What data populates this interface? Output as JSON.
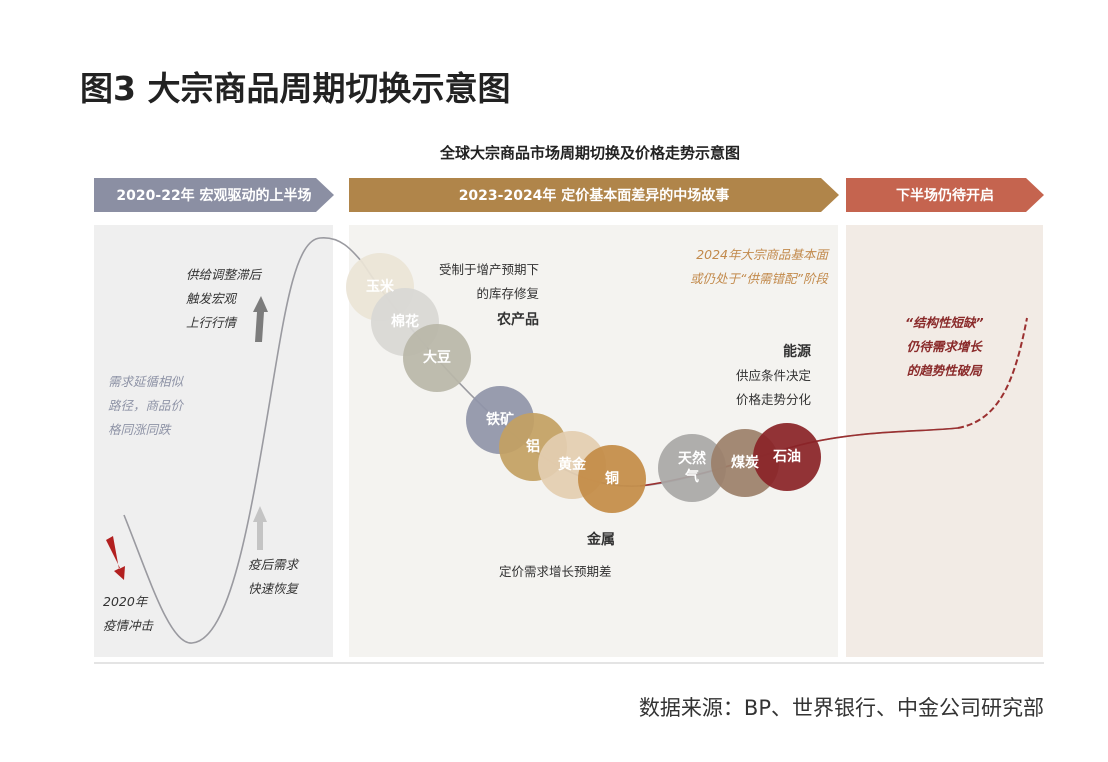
{
  "figure_title": "图3  大宗商品周期切换示意图",
  "subtitle": "全球大宗商品市场周期切换及价格走势示意图",
  "phases": [
    {
      "label": "2020-22年  宏观驱动的上半场",
      "color": "#8b8fa3"
    },
    {
      "label": "2023-2024年  定价基本面差异的中场故事",
      "color": "#b0854a"
    },
    {
      "label": "下半场仍待开启",
      "color": "#c5644f"
    }
  ],
  "left_notes": {
    "supply": [
      "供给调整滞后",
      "触发宏观",
      "上行行情"
    ],
    "demand": [
      "需求延循相似",
      "路径，商品价",
      "格同涨同跌"
    ],
    "covid": [
      "2020年",
      "疫情冲击"
    ],
    "recovery": [
      "疫后需求",
      "快速恢复"
    ]
  },
  "middle_notes": {
    "outlook": [
      "2024年大宗商品基本面",
      "或仍处于“供需错配”阶段"
    ],
    "agri_desc": [
      "受制于增产预期下",
      "的库存修复"
    ],
    "agri_title": "农产品",
    "energy_title": "能源",
    "energy_desc": [
      "供应条件决定",
      "价格走势分化"
    ],
    "metal_title": "金属",
    "metal_desc": "定价需求增长预期差"
  },
  "commodities": [
    {
      "name": "玉米",
      "color": "#ebe4d6"
    },
    {
      "name": "棉花",
      "color": "#d8d7d4"
    },
    {
      "name": "大豆",
      "color": "#b9b7a9"
    },
    {
      "name": "铁矿",
      "color": "#9094a9"
    },
    {
      "name": "铝",
      "color": "#c3a063"
    },
    {
      "name": "黄金",
      "color": "#e3cdb0"
    },
    {
      "name": "铜",
      "color": "#c48c47"
    },
    {
      "name": "天然气",
      "color": "#a9a8a7"
    },
    {
      "name": "煤炭",
      "color": "#9c806a"
    },
    {
      "name": "石油",
      "color": "#8a2428"
    }
  ],
  "right_notes": [
    "“结构性短缺”",
    "仍待需求增长",
    "的趋势性破局"
  ],
  "source": "数据来源：BP、世界银行、中金公司研究部"
}
